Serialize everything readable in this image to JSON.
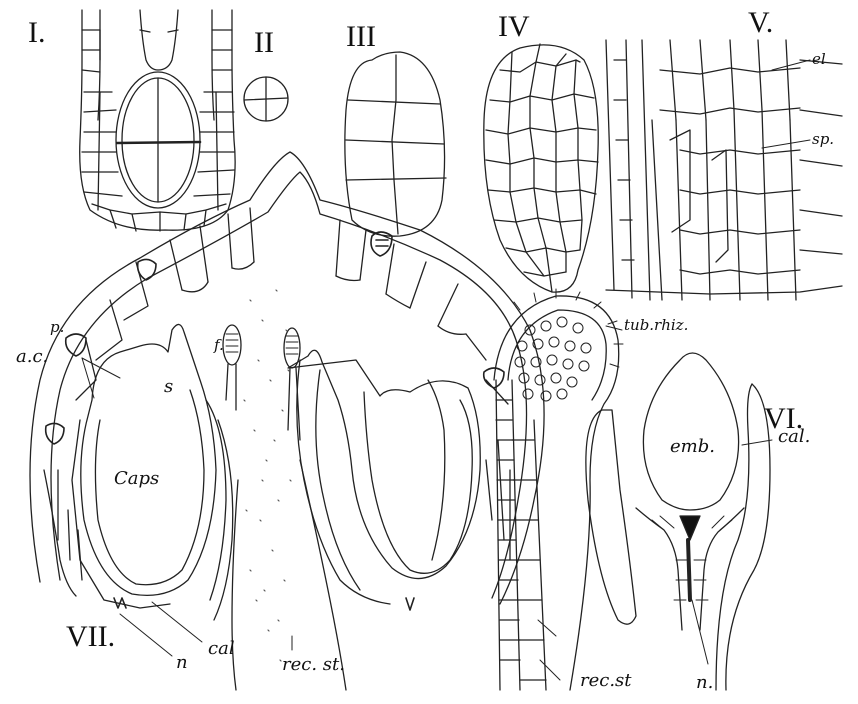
{
  "figure_labels": {
    "I": "I.",
    "II": "II",
    "III": "III",
    "IV": "IV",
    "V": "V.",
    "VI": "VI.",
    "VII": "VII."
  },
  "annotations": {
    "el": "el",
    "sp": "sp.",
    "p": "p.",
    "ac": "a.c.",
    "f": "f.",
    "s": "s",
    "caps": "Caps",
    "n_left": "n",
    "cal_left": "cal",
    "rec_st_left": "rec. st.",
    "tub_rhiz": "tub.rhiz.",
    "emb": "emb.",
    "cal_right": "cal.",
    "rec_st_right": "rec.st",
    "n_right": "n."
  },
  "colors": {
    "ink": "#111111",
    "paper": "#ffffff"
  }
}
